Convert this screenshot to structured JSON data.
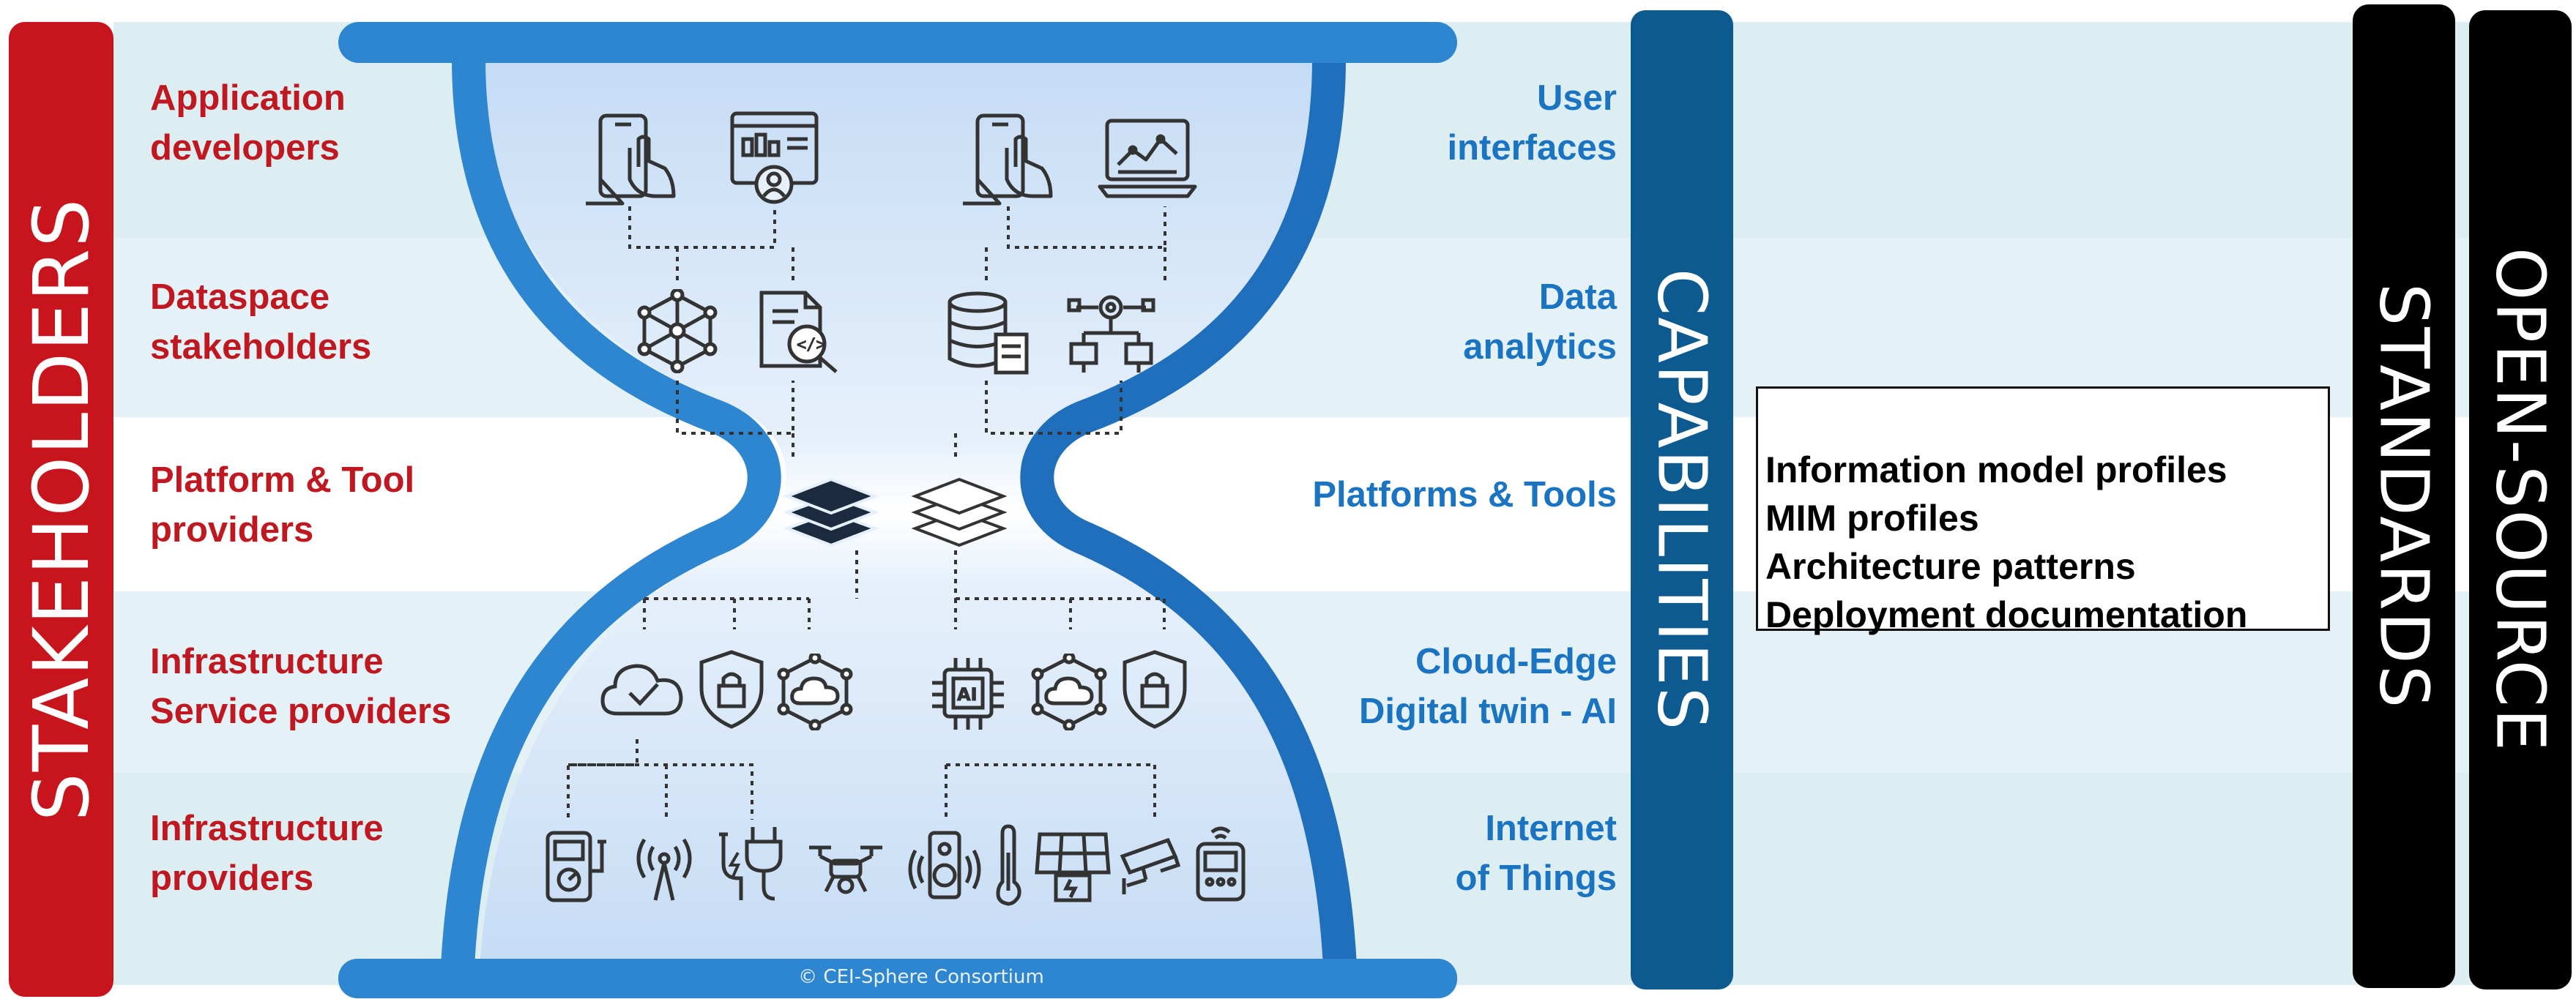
{
  "side_bars": {
    "stakeholders": "STAKEHOLDERS",
    "capabilities": "CAPABILITIES",
    "standards": "STANDARDS",
    "open_source": "OPEN-SOURCE"
  },
  "stakeholders": [
    {
      "line1": "Application",
      "line2": "developers"
    },
    {
      "line1": "Dataspace",
      "line2": "stakeholders"
    },
    {
      "line1": "Platform & Tool",
      "line2": "providers"
    },
    {
      "line1": "Infrastructure",
      "line2": "Service providers"
    },
    {
      "line1": "Infrastructure",
      "line2": "providers"
    }
  ],
  "capabilities": [
    {
      "line1": "User",
      "line2": "interfaces"
    },
    {
      "line1": "Data",
      "line2": "analytics"
    },
    {
      "line1": "Platforms & Tools",
      "line2": ""
    },
    {
      "line1": "Cloud-Edge",
      "line2": "Digital twin - AI"
    },
    {
      "line1": "Internet",
      "line2": "of Things"
    }
  ],
  "info_box": [
    "Information model profiles",
    "MIM profiles",
    "Architecture patterns",
    "Deployment documentation"
  ],
  "credit": "© CEI-Sphere Consortium",
  "colors": {
    "stakeholder_red": "#c01820",
    "capability_blue": "#1a74c2",
    "capabilities_bar": "#0d5a91",
    "hourglass_blue": "#2e86d0",
    "band_light": "#ddeef3",
    "band_white": "#ffffff"
  },
  "icons": [
    "tablet-touch-icon",
    "dashboard-user-icon",
    "tablet-touch-icon",
    "laptop-chart-icon",
    "network-cube-icon",
    "code-document-search-icon",
    "database-document-icon",
    "gear-network-icon",
    "layers-filled-icon",
    "layers-outline-icon",
    "cloud-check-icon",
    "shield-lock-icon",
    "cloud-network-icon",
    "ai-chip-icon",
    "cloud-network-icon",
    "shield-lock-icon",
    "multimeter-icon",
    "antenna-signal-icon",
    "plug-icon",
    "drone-icon",
    "speaker-icon",
    "thermometer-icon",
    "solar-panel-icon",
    "security-camera-icon",
    "smart-meter-icon"
  ]
}
